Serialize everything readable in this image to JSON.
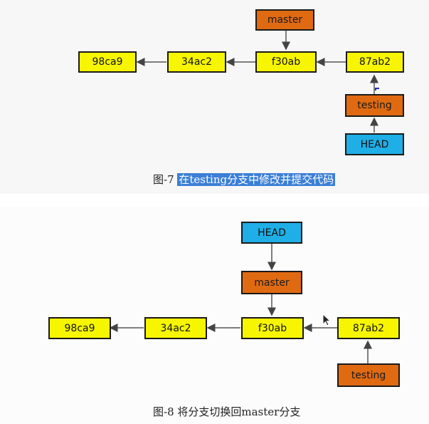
{
  "figure7": {
    "commits": [
      "98ca9",
      "34ac2",
      "f30ab",
      "87ab2"
    ],
    "branch_master": "master",
    "branch_testing": "testing",
    "head": "HEAD",
    "caption_prefix": "图-7",
    "caption_highlight": "在testing分支中修改并提交代码"
  },
  "figure8": {
    "commits": [
      "98ca9",
      "34ac2",
      "f30ab",
      "87ab2"
    ],
    "head": "HEAD",
    "branch_master": "master",
    "branch_testing": "testing",
    "caption": "图-8 将分支切换回master分支"
  },
  "colors": {
    "commit": "#f7f600",
    "branch": "#e06a12",
    "head": "#1faee6",
    "caption_highlight": "#3b7fd6"
  }
}
